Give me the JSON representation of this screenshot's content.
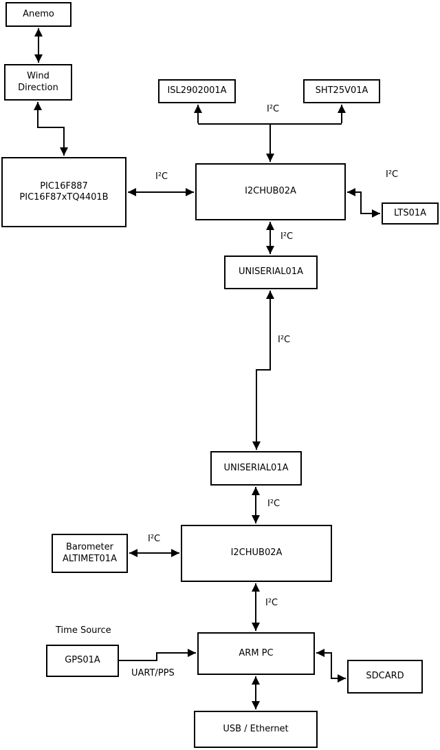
{
  "diagram": {
    "nodes": {
      "anemo": {
        "label": "Anemo"
      },
      "wind_direction": {
        "line1": "Wind",
        "line2": "Direction"
      },
      "pic": {
        "line1": "PIC16F887",
        "line2": "PIC16F87xTQ4401B"
      },
      "isl": {
        "label": "ISL2902001A"
      },
      "sht": {
        "label": "SHT25V01A"
      },
      "i2c_hub_top": {
        "label": "I2CHUB02A"
      },
      "lts": {
        "label": "LTS01A"
      },
      "uniserial_top": {
        "label": "UNISERIAL01A"
      },
      "uniserial_bottom": {
        "label": "UNISERIAL01A"
      },
      "barometer": {
        "line1": "Barometer",
        "line2": "ALTIMET01A"
      },
      "i2c_hub_bottom": {
        "label": "I2CHUB02A"
      },
      "gps": {
        "label": "GPS01A"
      },
      "arm_pc": {
        "label": "ARM PC"
      },
      "sdcard": {
        "label": "SDCARD"
      },
      "usb_ethernet": {
        "label": "USB / Ethernet"
      }
    },
    "labels": {
      "i2c": "I²C",
      "uart_pps": "UART/PPS",
      "time_source": "Time Source"
    },
    "colors": {
      "line": "#000000",
      "box_border": "#000000",
      "box_fill": "#ffffff",
      "background": "#ffffff",
      "text": "#000000"
    }
  }
}
